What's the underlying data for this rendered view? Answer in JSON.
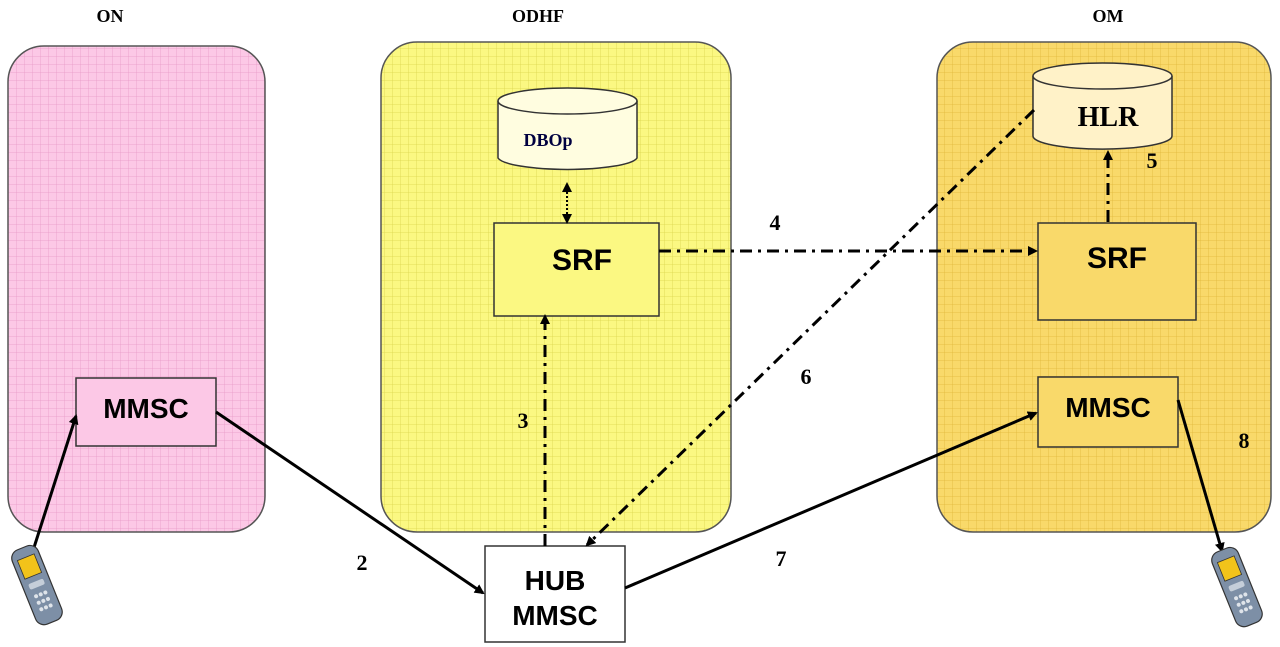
{
  "diagram": {
    "domains": [
      {
        "id": "on",
        "label": "ON",
        "color": "#fcc8e6"
      },
      {
        "id": "odhf",
        "label": "ODHF",
        "color": "#fbf882"
      },
      {
        "id": "om",
        "label": "OM",
        "color": "#f9d96a"
      }
    ],
    "nodes": {
      "dbop": "DBOp",
      "hlr": "HLR",
      "srf_odhf": "SRF",
      "srf_om": "SRF",
      "mmsc_on": "MMSC",
      "mmsc_om": "MMSC",
      "hub_line1": "HUB",
      "hub_line2": "MMSC"
    },
    "steps": [
      "2",
      "3",
      "4",
      "5",
      "6",
      "7",
      "8"
    ]
  }
}
